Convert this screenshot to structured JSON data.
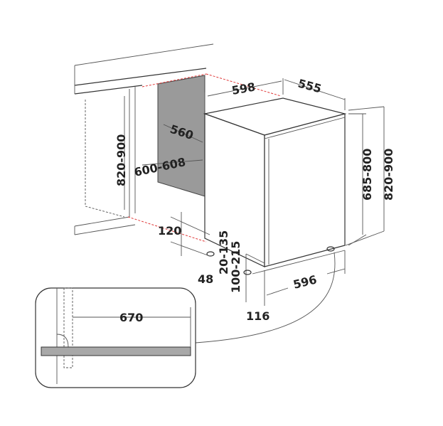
{
  "diagram": {
    "colors": {
      "lines": "#333333",
      "hidden_edges": "#e03a3a",
      "niche_wall": "#9a9a9a",
      "plinth": "#a8a8a8"
    },
    "dimensions": {
      "appliance_width": "598",
      "appliance_depth": "555",
      "niche_depth": "560",
      "niche_height": "820-900",
      "niche_width": "600-608",
      "appliance_height": "685-800",
      "total_height": "820-900",
      "plinth_height": "120",
      "foot_adjust": "20-135",
      "foot_range": "100-215",
      "foot_offset": "48",
      "door_width": "596",
      "front_offset": "116",
      "inset_clearance": "670"
    }
  }
}
